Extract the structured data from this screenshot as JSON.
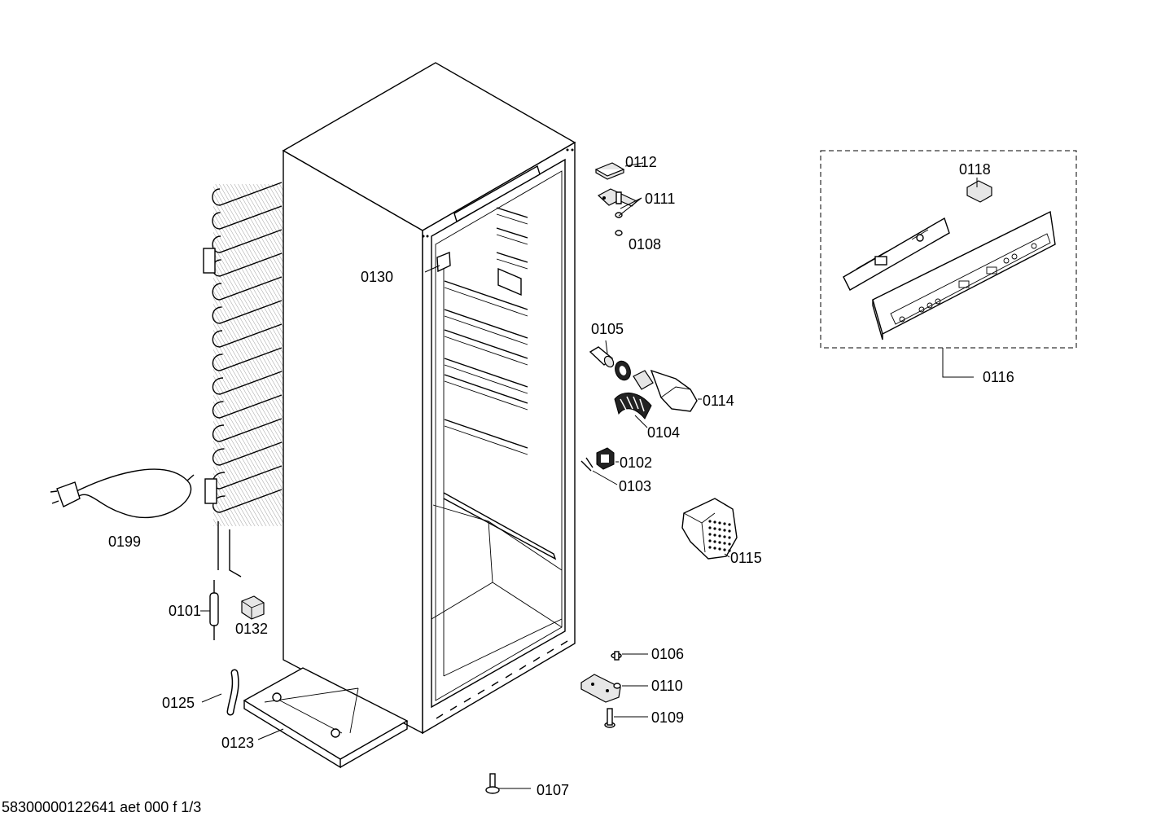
{
  "footer": {
    "document_id": "58300000122641 aet 000 f 1/3"
  },
  "parts": [
    {
      "id": "p0112",
      "label": "0112"
    },
    {
      "id": "p0111",
      "label": "0111"
    },
    {
      "id": "p0108",
      "label": "0108"
    },
    {
      "id": "p0130",
      "label": "0130"
    },
    {
      "id": "p0105",
      "label": "0105"
    },
    {
      "id": "p0114",
      "label": "0114"
    },
    {
      "id": "p0104",
      "label": "0104"
    },
    {
      "id": "p0102",
      "label": "0102"
    },
    {
      "id": "p0103",
      "label": "0103"
    },
    {
      "id": "p0115",
      "label": "0115"
    },
    {
      "id": "p0118",
      "label": "0118"
    },
    {
      "id": "p0116",
      "label": "0116"
    },
    {
      "id": "p0199",
      "label": "0199"
    },
    {
      "id": "p0101",
      "label": "0101"
    },
    {
      "id": "p0132",
      "label": "0132"
    },
    {
      "id": "p0125",
      "label": "0125"
    },
    {
      "id": "p0123",
      "label": "0123"
    },
    {
      "id": "p0106",
      "label": "0106"
    },
    {
      "id": "p0110",
      "label": "0110"
    },
    {
      "id": "p0109",
      "label": "0109"
    },
    {
      "id": "p0107",
      "label": "0107"
    }
  ]
}
